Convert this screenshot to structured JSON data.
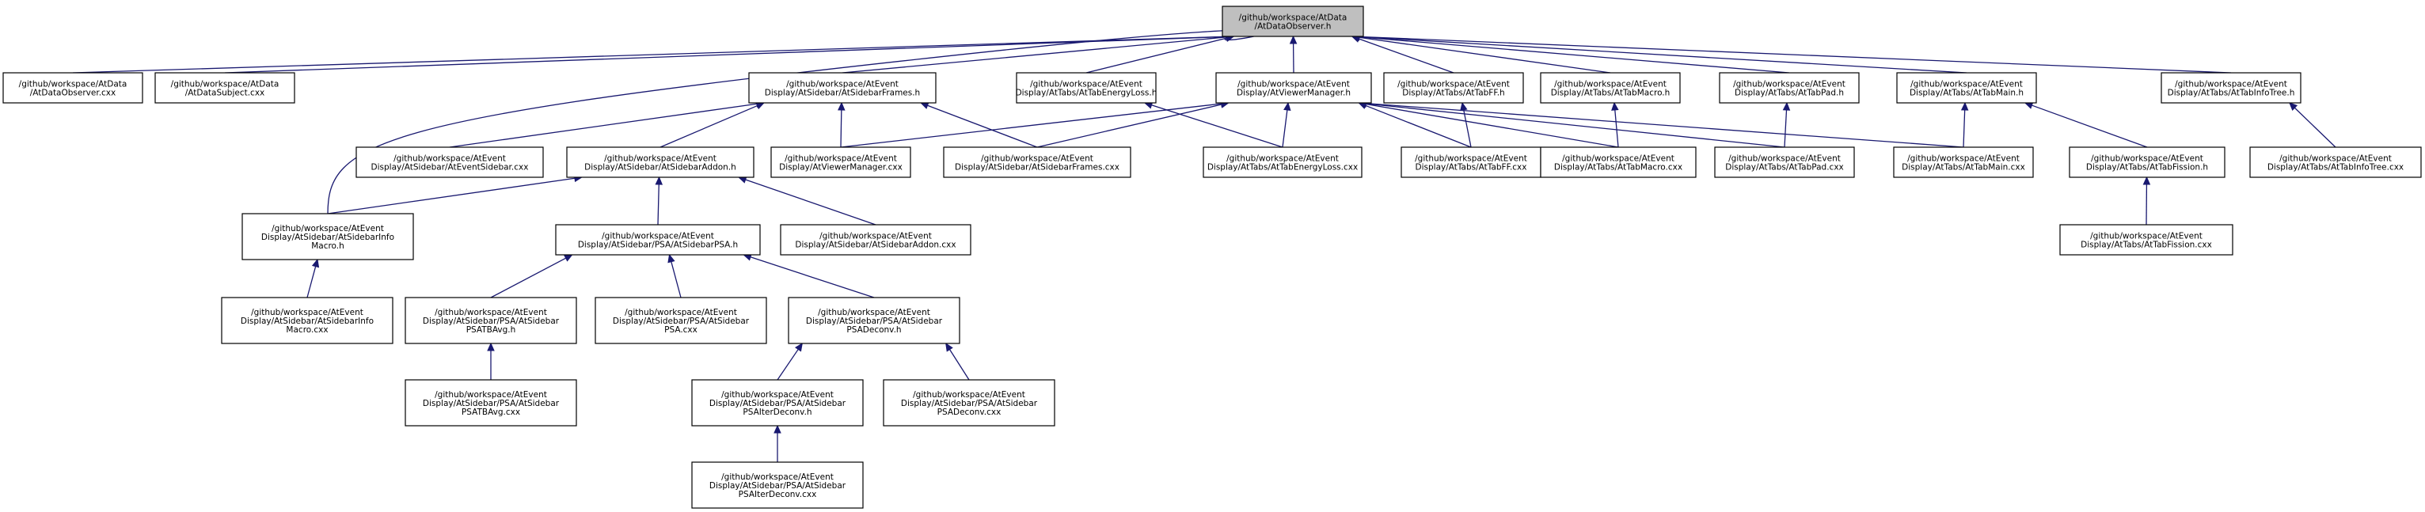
{
  "graph": {
    "colors": {
      "edge": "#191970",
      "root_fill": "#bfbfbf",
      "node_fill": "#ffffff",
      "border": "#000000"
    },
    "nodes": {
      "root": [
        "/github/workspace/AtData",
        "/AtDataObserver.h"
      ],
      "obs_cxx": [
        "/github/workspace/AtData",
        "/AtDataObserver.cxx"
      ],
      "subj_cxx": [
        "/github/workspace/AtData",
        "/AtDataSubject.cxx"
      ],
      "frames_h": [
        "/github/workspace/AtEvent",
        "Display/AtSidebar/AtSidebarFrames.h"
      ],
      "energy_h": [
        "/github/workspace/AtEvent",
        "Display/AtTabs/AtTabEnergyLoss.h"
      ],
      "viewer_h": [
        "/github/workspace/AtEvent",
        "Display/AtViewerManager.h"
      ],
      "ff_h": [
        "/github/workspace/AtEvent",
        "Display/AtTabs/AtTabFF.h"
      ],
      "macro_h": [
        "/github/workspace/AtEvent",
        "Display/AtTabs/AtTabMacro.h"
      ],
      "pad_h": [
        "/github/workspace/AtEvent",
        "Display/AtTabs/AtTabPad.h"
      ],
      "main_h": [
        "/github/workspace/AtEvent",
        "Display/AtTabs/AtTabMain.h"
      ],
      "infotree_h": [
        "/github/workspace/AtEvent",
        "Display/AtTabs/AtTabInfoTree.h"
      ],
      "sidebar_cxx": [
        "/github/workspace/AtEvent",
        "Display/AtSidebar/AtEventSidebar.cxx"
      ],
      "addon_h": [
        "/github/workspace/AtEvent",
        "Display/AtSidebar/AtSidebarAddon.h"
      ],
      "viewer_cxx": [
        "/github/workspace/AtEvent",
        "Display/AtViewerManager.cxx"
      ],
      "frames_cxx": [
        "/github/workspace/AtEvent",
        "Display/AtSidebar/AtSidebarFrames.cxx"
      ],
      "energy_cxx": [
        "/github/workspace/AtEvent",
        "Display/AtTabs/AtTabEnergyLoss.cxx"
      ],
      "ff_cxx": [
        "/github/workspace/AtEvent",
        "Display/AtTabs/AtTabFF.cxx"
      ],
      "macro_cxx": [
        "/github/workspace/AtEvent",
        "Display/AtTabs/AtTabMacro.cxx"
      ],
      "pad_cxx": [
        "/github/workspace/AtEvent",
        "Display/AtTabs/AtTabPad.cxx"
      ],
      "main_cxx": [
        "/github/workspace/AtEvent",
        "Display/AtTabs/AtTabMain.cxx"
      ],
      "fission_h": [
        "/github/workspace/AtEvent",
        "Display/AtTabs/AtTabFission.h"
      ],
      "infotree_cxx": [
        "/github/workspace/AtEvent",
        "Display/AtTabs/AtTabInfoTree.cxx"
      ],
      "infomacro_h": [
        "/github/workspace/AtEvent",
        "Display/AtSidebar/AtSidebarInfo",
        "Macro.h"
      ],
      "psa_h": [
        "/github/workspace/AtEvent",
        "Display/AtSidebar/PSA/AtSidebarPSA.h"
      ],
      "addon_cxx": [
        "/github/workspace/AtEvent",
        "Display/AtSidebar/AtSidebarAddon.cxx"
      ],
      "fission_cxx": [
        "/github/workspace/AtEvent",
        "Display/AtTabs/AtTabFission.cxx"
      ],
      "infomacro_cxx": [
        "/github/workspace/AtEvent",
        "Display/AtSidebar/AtSidebarInfo",
        "Macro.cxx"
      ],
      "tbavg_h": [
        "/github/workspace/AtEvent",
        "Display/AtSidebar/PSA/AtSidebar",
        "PSATBAvg.h"
      ],
      "psa_cxx": [
        "/github/workspace/AtEvent",
        "Display/AtSidebar/PSA/AtSidebar",
        "PSA.cxx"
      ],
      "deconv_h": [
        "/github/workspace/AtEvent",
        "Display/AtSidebar/PSA/AtSidebar",
        "PSADeconv.h"
      ],
      "tbavg_cxx": [
        "/github/workspace/AtEvent",
        "Display/AtSidebar/PSA/AtSidebar",
        "PSATBAvg.cxx"
      ],
      "iter_h": [
        "/github/workspace/AtEvent",
        "Display/AtSidebar/PSA/AtSidebar",
        "PSAIterDeconv.h"
      ],
      "deconv_cxx": [
        "/github/workspace/AtEvent",
        "Display/AtSidebar/PSA/AtSidebar",
        "PSADeconv.cxx"
      ],
      "iter_cxx": [
        "/github/workspace/AtEvent",
        "Display/AtSidebar/PSA/AtSidebar",
        "PSAIterDeconv.cxx"
      ]
    },
    "edges": [
      [
        "obs_cxx",
        "root"
      ],
      [
        "subj_cxx",
        "root"
      ],
      [
        "frames_h",
        "root"
      ],
      [
        "energy_h",
        "root"
      ],
      [
        "viewer_h",
        "root"
      ],
      [
        "ff_h",
        "root"
      ],
      [
        "macro_h",
        "root"
      ],
      [
        "pad_h",
        "root"
      ],
      [
        "main_h",
        "root"
      ],
      [
        "infotree_h",
        "root"
      ],
      [
        "infomacro_h",
        "root"
      ],
      [
        "sidebar_cxx",
        "frames_h"
      ],
      [
        "addon_h",
        "frames_h"
      ],
      [
        "viewer_cxx",
        "frames_h"
      ],
      [
        "frames_cxx",
        "frames_h"
      ],
      [
        "energy_cxx",
        "energy_h"
      ],
      [
        "viewer_cxx",
        "viewer_h"
      ],
      [
        "frames_cxx",
        "viewer_h"
      ],
      [
        "energy_cxx",
        "viewer_h"
      ],
      [
        "ff_cxx",
        "viewer_h"
      ],
      [
        "macro_cxx",
        "viewer_h"
      ],
      [
        "pad_cxx",
        "viewer_h"
      ],
      [
        "main_cxx",
        "viewer_h"
      ],
      [
        "ff_cxx",
        "ff_h"
      ],
      [
        "macro_cxx",
        "macro_h"
      ],
      [
        "pad_cxx",
        "pad_h"
      ],
      [
        "main_cxx",
        "main_h"
      ],
      [
        "fission_h",
        "main_h"
      ],
      [
        "infotree_cxx",
        "infotree_h"
      ],
      [
        "infomacro_h",
        "addon_h"
      ],
      [
        "psa_h",
        "addon_h"
      ],
      [
        "addon_cxx",
        "addon_h"
      ],
      [
        "fission_cxx",
        "fission_h"
      ],
      [
        "infomacro_cxx",
        "infomacro_h"
      ],
      [
        "tbavg_h",
        "psa_h"
      ],
      [
        "psa_cxx",
        "psa_h"
      ],
      [
        "deconv_h",
        "psa_h"
      ],
      [
        "tbavg_cxx",
        "tbavg_h"
      ],
      [
        "iter_h",
        "deconv_h"
      ],
      [
        "deconv_cxx",
        "deconv_h"
      ],
      [
        "iter_cxx",
        "iter_h"
      ]
    ]
  }
}
